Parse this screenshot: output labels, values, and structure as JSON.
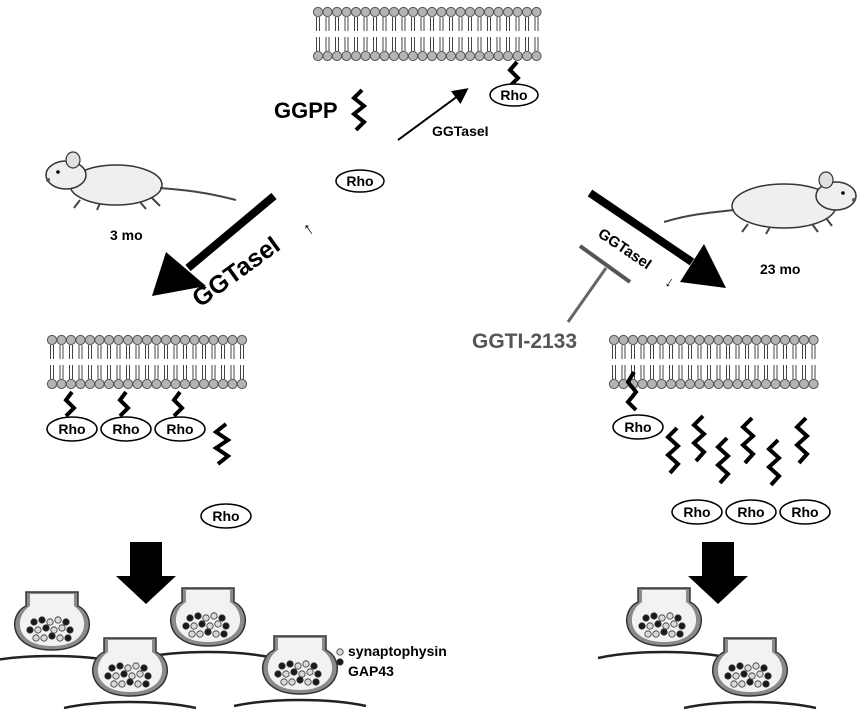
{
  "labels": {
    "ggpp": "GGPP",
    "ggtase_top": "GGTaseI",
    "ggtase_left": "GGTaseI",
    "ggtase_right": "GGTaseI",
    "up_arrow": "↑",
    "down_arrow": "↓",
    "age_young": "3 mo",
    "age_old": "23 mo",
    "inhibitor": "GGTI-2133",
    "rho": "Rho",
    "legend_synaptophysin": "synaptophysin",
    "legend_gap43": "GAP43"
  },
  "colors": {
    "lipid_head": "#b4b4b4",
    "lipid_outline": "#555555",
    "inhibitor_text": "#555555",
    "arrow": "#000000",
    "vesicle_light": "#d9d9d9",
    "vesicle_dark": "#1a1a1a"
  },
  "icons": {
    "mouse": "mouse-icon",
    "membrane": "lipid-bilayer-icon",
    "synapse": "synapse-bouton-icon"
  }
}
